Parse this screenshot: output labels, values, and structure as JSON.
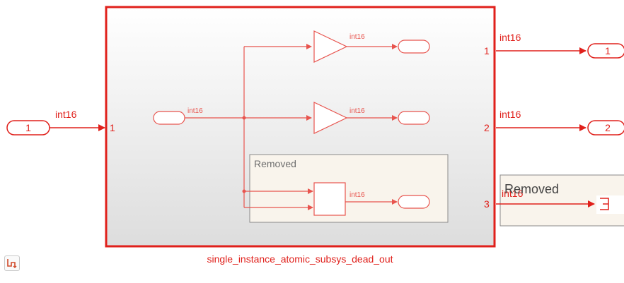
{
  "diagram": {
    "inport_left": {
      "number": "1",
      "signal_type": "int16"
    },
    "subsystem": {
      "name": "single_instance_atomic_subsys_dead_out",
      "input_port_number": "1",
      "output_port_numbers": [
        "1",
        "2",
        "3"
      ],
      "inner_input_signal_type": "int16",
      "gain_top_signal_type": "int16",
      "gain_mid_signal_type": "int16",
      "removed_region": {
        "title": "Removed",
        "inner_signal_type": "int16"
      }
    },
    "outputs": [
      {
        "signal_type": "int16",
        "outport_number": "1"
      },
      {
        "signal_type": "int16",
        "outport_number": "2"
      },
      {
        "signal_type": "int16",
        "removed_block_title": "Removed"
      }
    ],
    "colors": {
      "signal": "#e0201b",
      "removed_fill": "#f9f4ec",
      "removed_border": "#8a8a8a"
    },
    "icons": {
      "corner": "subsystem-trace-icon"
    }
  }
}
